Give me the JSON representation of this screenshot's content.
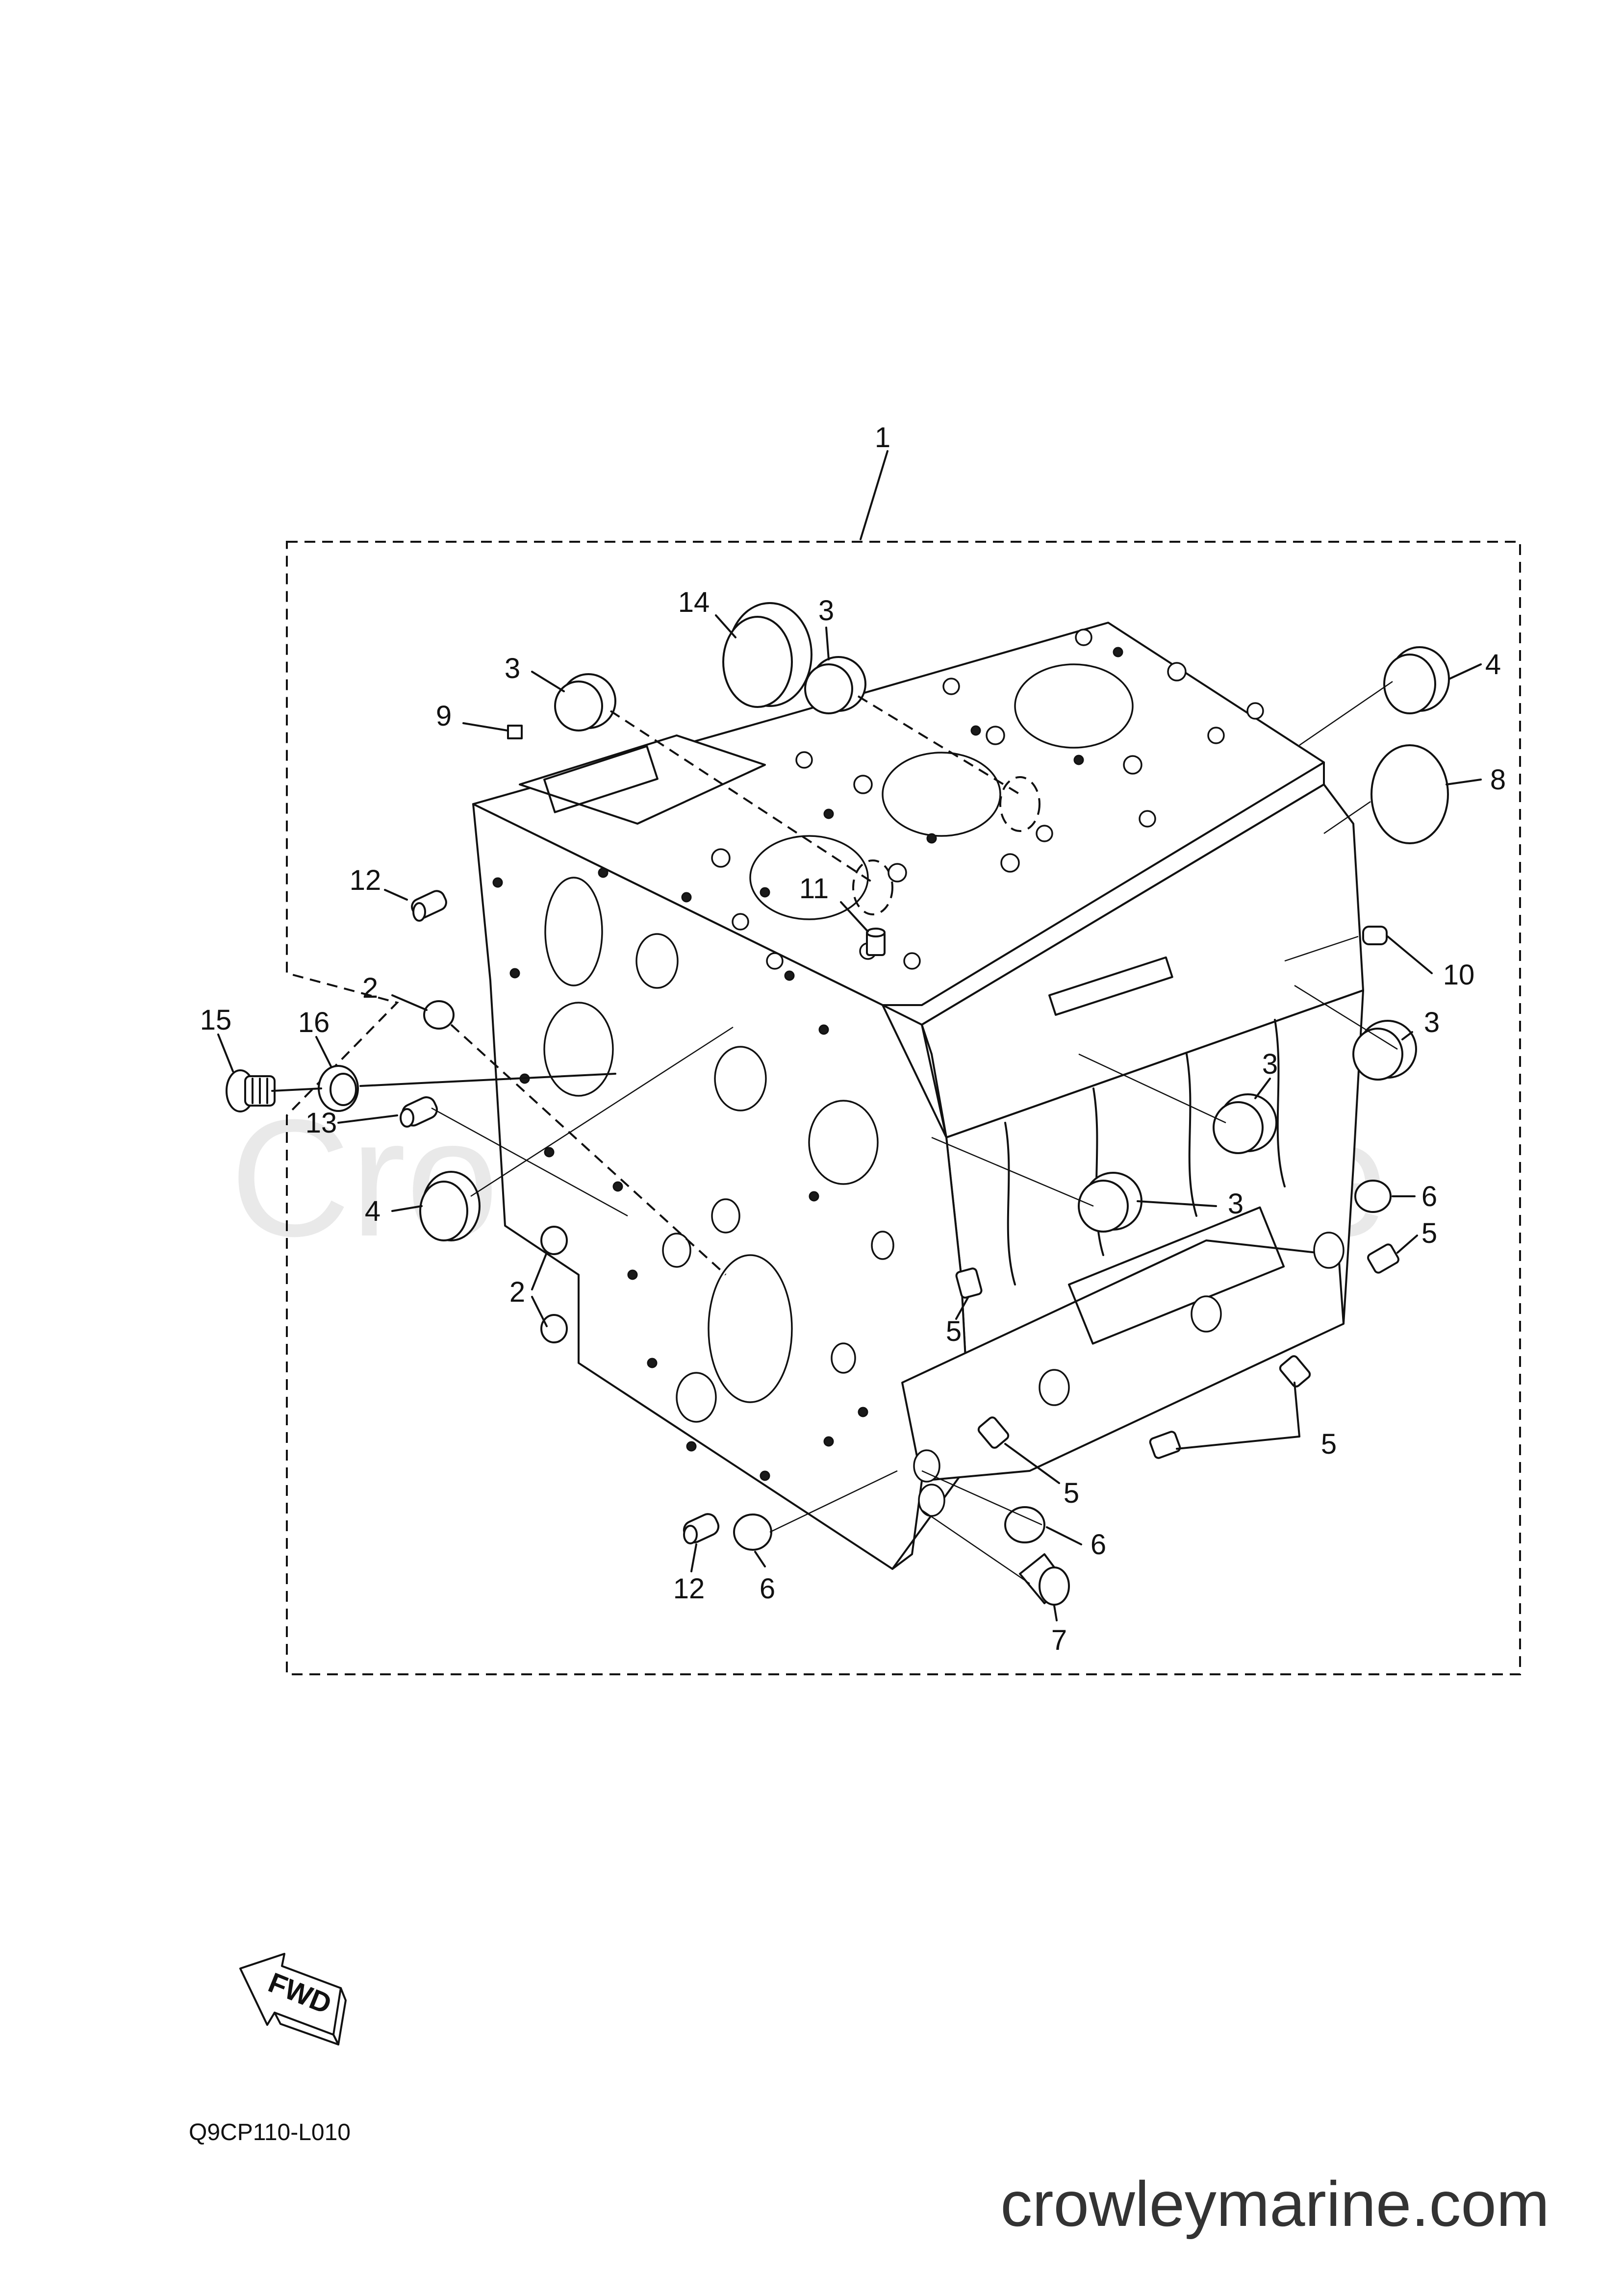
{
  "watermark": "Crowley Marine",
  "reference_code": "Q9CP110-L010",
  "website": "crowleymarine.com",
  "fwd_label": "FWD",
  "callouts": {
    "c1": "1",
    "c2a": "2",
    "c2b": "2",
    "c3a": "3",
    "c3b": "3",
    "c3c": "3",
    "c3d": "3",
    "c3e": "3",
    "c4a": "4",
    "c4b": "4",
    "c5a": "5",
    "c5b": "5",
    "c5c": "5",
    "c5d": "5",
    "c6a": "6",
    "c6b": "6",
    "c6c": "6",
    "c7": "7",
    "c8": "8",
    "c9": "9",
    "c10": "10",
    "c11": "11",
    "c12a": "12",
    "c12b": "12",
    "c13": "13",
    "c14": "14",
    "c15": "15",
    "c16": "16"
  }
}
